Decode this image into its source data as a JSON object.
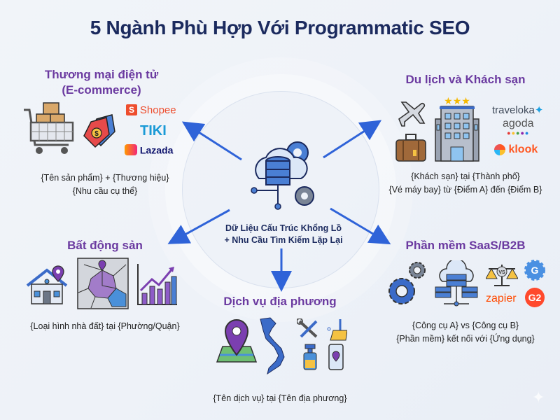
{
  "title": "5 Ngành Phù Hợp Với Programmatic SEO",
  "center": {
    "line1": "Dữ Liệu Cấu Trúc Khổng Lồ",
    "line2": "+ Nhu Cầu Tìm Kiếm Lặp Lại",
    "icon": "cloud-database-gears-icon"
  },
  "sections": {
    "ecommerce": {
      "title_line1": "Thương mại điện tử",
      "title_line2": "(E-commerce)",
      "brands": [
        "Shopee",
        "TIKI",
        "Lazada"
      ],
      "pattern_line1": "{Tên sản phẩm} + {Thương hiệu}",
      "pattern_line2": "{Nhu cầu cụ thể}"
    },
    "travel": {
      "title": "Du lịch và Khách sạn",
      "brands": [
        "traveloka",
        "agoda",
        "klook"
      ],
      "pattern_line1": "{Khách sạn} tại {Thành phố}",
      "pattern_line2": "{Vé máy bay} từ {Điểm A} đến {Điểm B}"
    },
    "realestate": {
      "title": "Bất động sản",
      "pattern_line1": "{Loại hình nhà đất} tại {Phường/Quận}"
    },
    "saas": {
      "title": "Phần mềm SaaS/B2B",
      "brands": [
        "zapier",
        "G2"
      ],
      "vs_label": "VS",
      "pattern_line1": "{Công cụ A} vs {Công cụ B}",
      "pattern_line2": "{Phần mềm} kết nối với {Ứng dụng}"
    },
    "local": {
      "title": "Dịch vụ địa phương",
      "pattern_line1": "{Tên dịch vụ} tại {Tên địa phương}"
    }
  },
  "colors": {
    "title": "#1b2a5e",
    "section_title": "#6b3aa0",
    "arrow": "#2f63d8"
  }
}
